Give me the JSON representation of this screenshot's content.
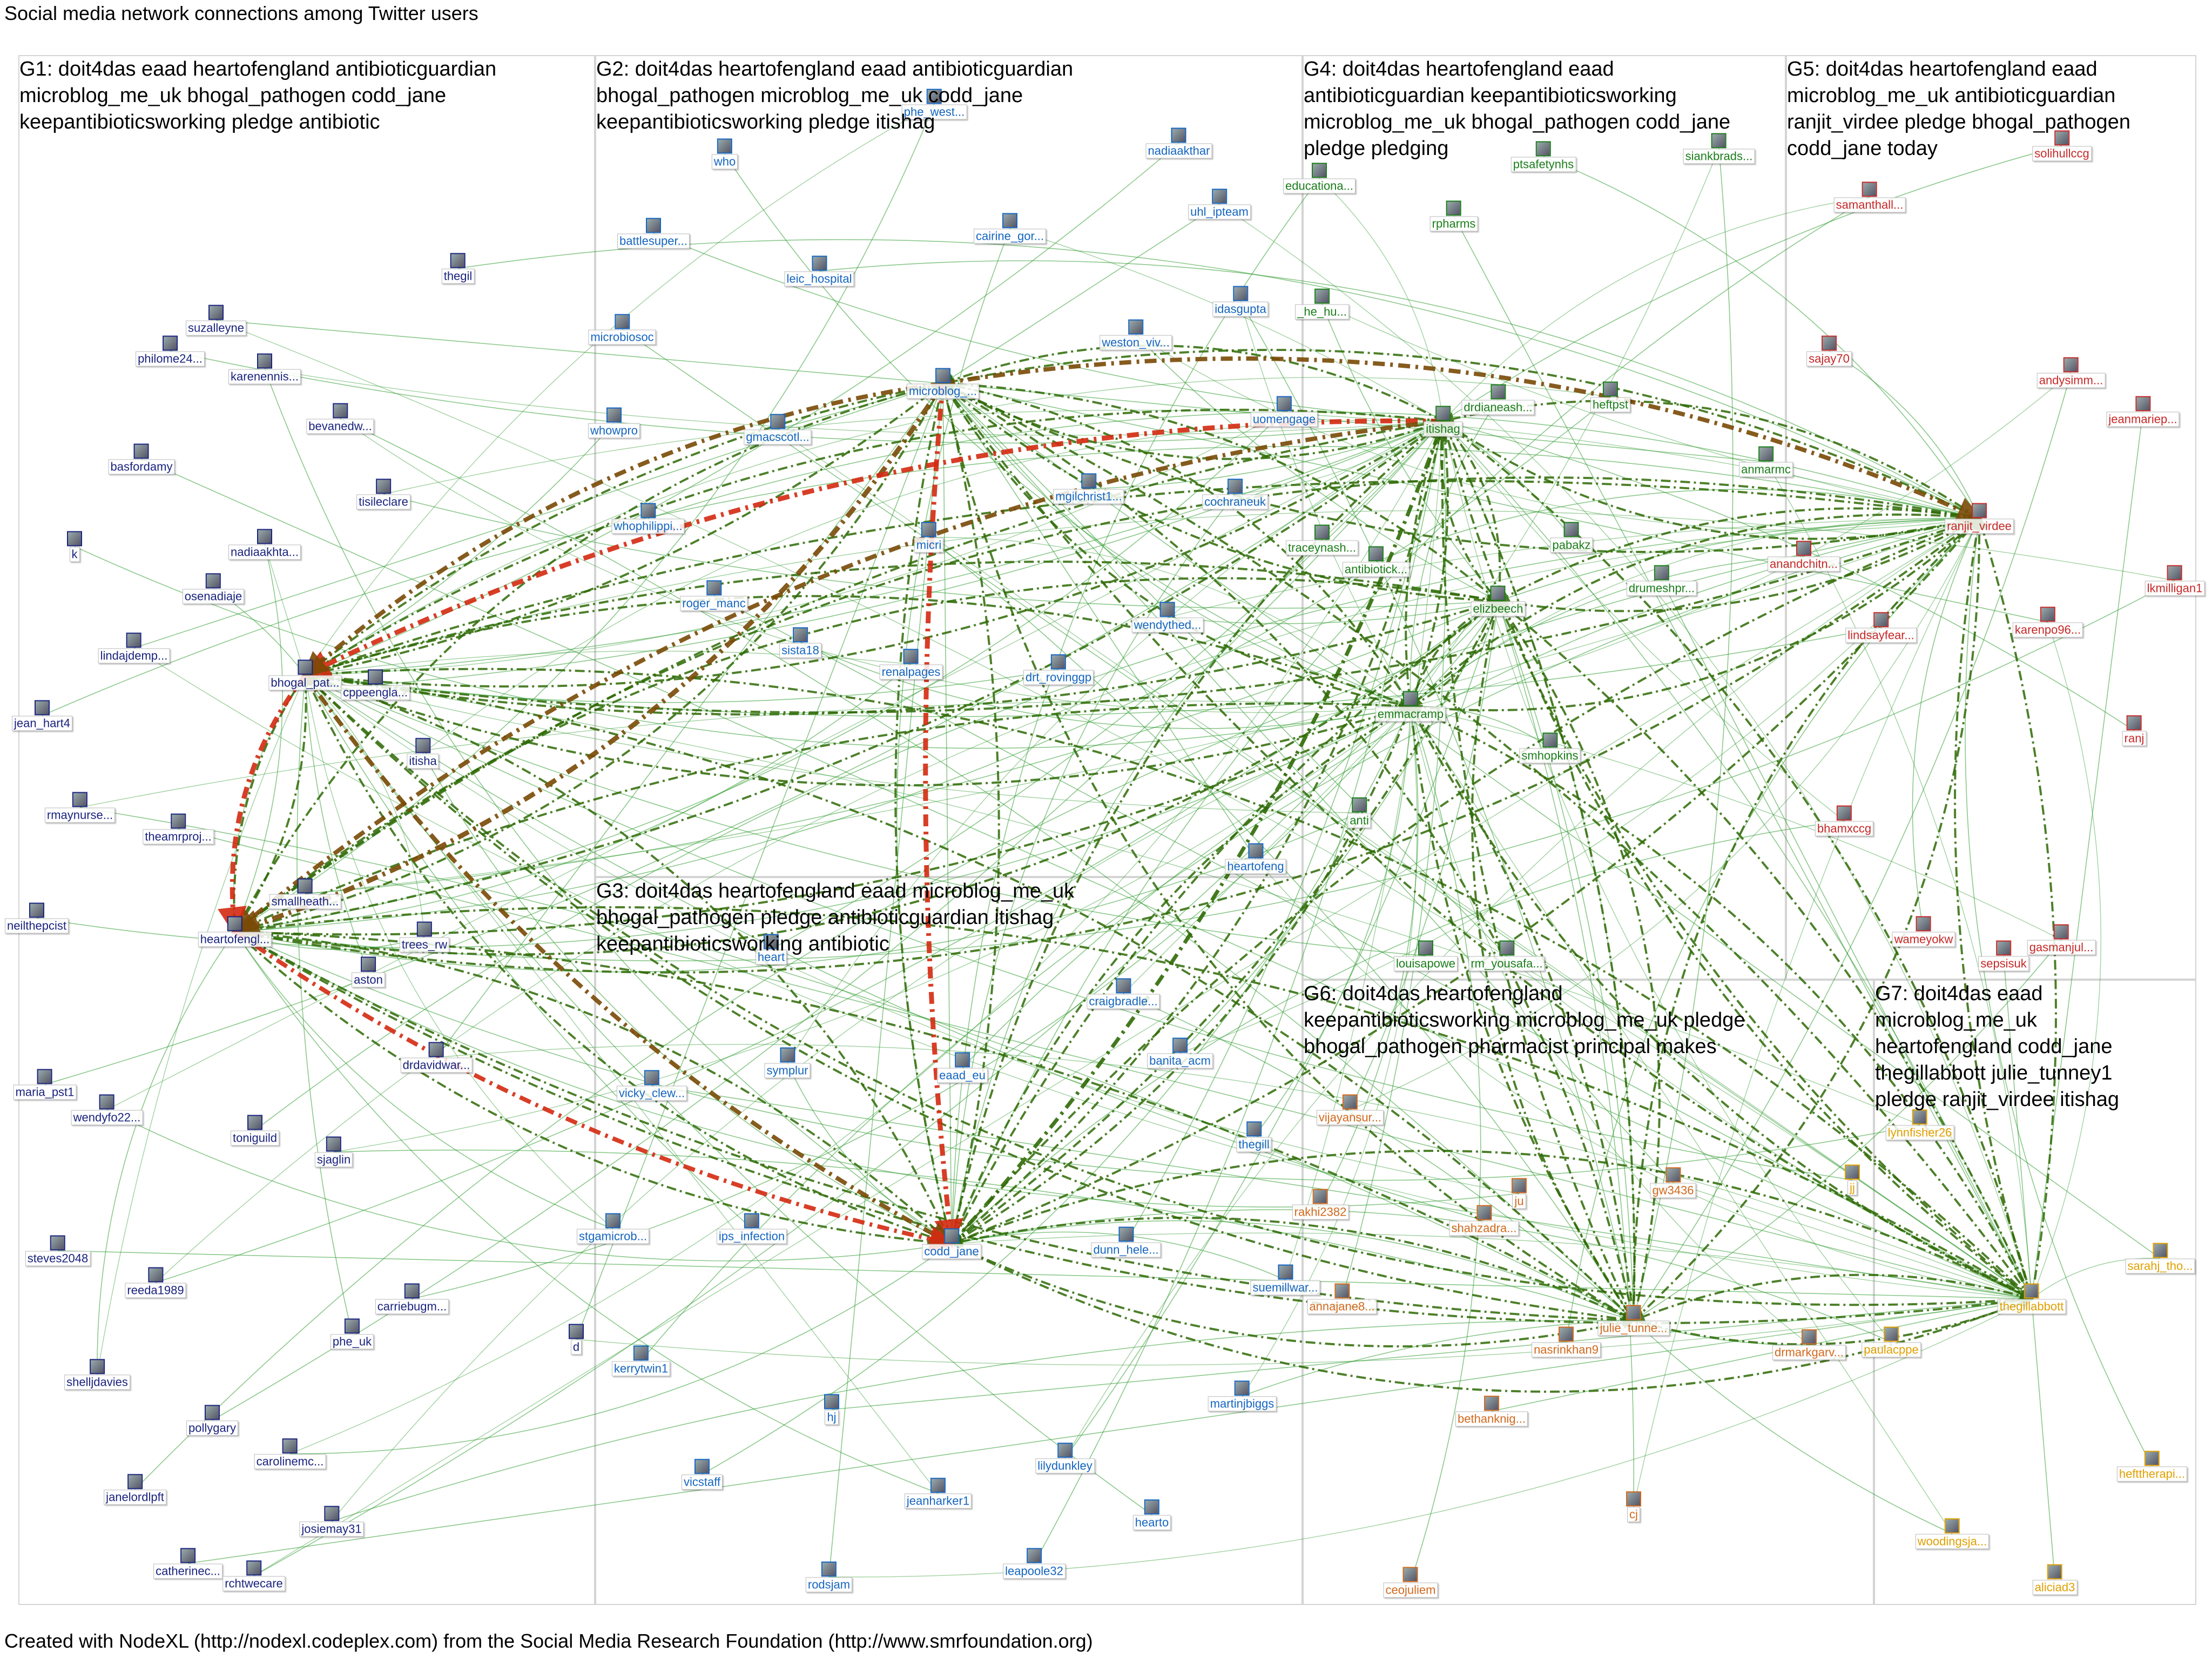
{
  "title": "Social media network connections among Twitter users",
  "footer": "Created with NodeXL (http://nodexl.codeplex.com) from the Social Media Research Foundation (http://www.smrfoundation.org)",
  "colors": {
    "edge_light": "#2e9a2e",
    "edge_dark": "#2f6b06",
    "edge_brown": "#7a4a06",
    "edge_red": "#d42a10",
    "G1": "#1a237e",
    "G2": "#1565c0",
    "G3": "#1565c0",
    "G4": "#1b7d1b",
    "G5": "#c62828",
    "G6": "#d2691e",
    "G7": "#e0a000",
    "box_border": "#d4d4d4"
  },
  "clusters": [
    {
      "id": "G1",
      "label": "G1: doit4das eaad heartofengland antibioticguardian\nmicroblog_me_uk bhogal_pathogen codd_jane\nkeepantibioticsworking pledge antibiotic"
    },
    {
      "id": "G2",
      "label": "G2: doit4das heartofengland eaad antibioticguardian\nbhogal_pathogen microblog_me_uk codd_jane\nkeepantibioticsworking pledge itishag"
    },
    {
      "id": "G3",
      "label": "G3: doit4das heartofengland eaad microblog_me_uk\nbhogal_pathogen pledge antibioticguardian itishag\nkeepantibioticsworking antibiotic"
    },
    {
      "id": "G4",
      "label": "G4: doit4das heartofengland eaad\nantibioticguardian keepantibioticsworking\nmicroblog_me_uk bhogal_pathogen codd_jane\npledge pledging"
    },
    {
      "id": "G5",
      "label": "G5: doit4das heartofengland eaad\nmicroblog_me_uk antibioticguardian\nranjit_virdee pledge bhogal_pathogen\ncodd_jane today"
    },
    {
      "id": "G6",
      "label": "G6: doit4das heartofengland\nkeepantibioticsworking microblog_me_uk pledge\nbhogal_pathogen pharmacist principal makes"
    },
    {
      "id": "G7",
      "label": "G7: doit4das eaad\nmicroblog_me_uk\nheartofengland codd_jane\nthegillabbott julie_tunney1\npledge ranjit_virdee itishag"
    }
  ],
  "nodes": [
    {
      "label": "heartofengl...",
      "group": "G1"
    },
    {
      "label": "bhogal_pat...",
      "group": "G1"
    },
    {
      "label": "suzalleyne",
      "group": "G1"
    },
    {
      "label": "philome24...",
      "group": "G1"
    },
    {
      "label": "karenennis...",
      "group": "G1"
    },
    {
      "label": "thegil",
      "group": "G1"
    },
    {
      "label": "bevanedw...",
      "group": "G1"
    },
    {
      "label": "basfordamy",
      "group": "G1"
    },
    {
      "label": "tisileclare",
      "group": "G1"
    },
    {
      "label": "k",
      "group": "G1"
    },
    {
      "label": "nadiaakhta...",
      "group": "G1"
    },
    {
      "label": "osenadiaje",
      "group": "G1"
    },
    {
      "label": "lindajdemp...",
      "group": "G1"
    },
    {
      "label": "cppeengla...",
      "group": "G1"
    },
    {
      "label": "itisha",
      "group": "G1"
    },
    {
      "label": "jean_hart4",
      "group": "G1"
    },
    {
      "label": "rmaynurse...",
      "group": "G1"
    },
    {
      "label": "theamrproj...",
      "group": "G1"
    },
    {
      "label": "smallheath...",
      "group": "G1"
    },
    {
      "label": "neilthepcist",
      "group": "G1"
    },
    {
      "label": "trees_rw",
      "group": "G1"
    },
    {
      "label": "aston",
      "group": "G1"
    },
    {
      "label": "drdavidwar...",
      "group": "G1"
    },
    {
      "label": "maria_pst1",
      "group": "G1"
    },
    {
      "label": "wendyfo22...",
      "group": "G1"
    },
    {
      "label": "toniguild",
      "group": "G1"
    },
    {
      "label": "sjaglin",
      "group": "G1"
    },
    {
      "label": "steves2048",
      "group": "G1"
    },
    {
      "label": "reeda1989",
      "group": "G1"
    },
    {
      "label": "carriebugm...",
      "group": "G1"
    },
    {
      "label": "shelljdavies",
      "group": "G1"
    },
    {
      "label": "phe_uk",
      "group": "G1"
    },
    {
      "label": "d",
      "group": "G1"
    },
    {
      "label": "pollygary",
      "group": "G1"
    },
    {
      "label": "carolinemc...",
      "group": "G1"
    },
    {
      "label": "janelordlpft",
      "group": "G1"
    },
    {
      "label": "josiemay31",
      "group": "G1"
    },
    {
      "label": "catherinec...",
      "group": "G1"
    },
    {
      "label": "rchtwecare",
      "group": "G1"
    },
    {
      "label": "who",
      "group": "G2"
    },
    {
      "label": "phe_west...",
      "group": "G2"
    },
    {
      "label": "nadiaakthar",
      "group": "G2"
    },
    {
      "label": "uhl_ipteam",
      "group": "G2"
    },
    {
      "label": "battlesuper...",
      "group": "G2"
    },
    {
      "label": "cairine_gor...",
      "group": "G2"
    },
    {
      "label": "leic_hospital",
      "group": "G2"
    },
    {
      "label": "idasgupta",
      "group": "G2"
    },
    {
      "label": "microbiosoc",
      "group": "G2"
    },
    {
      "label": "weston_viv...",
      "group": "G2"
    },
    {
      "label": "microblog_...",
      "group": "G2"
    },
    {
      "label": "uomengage",
      "group": "G2"
    },
    {
      "label": "whowpro",
      "group": "G2"
    },
    {
      "label": "gmacscotl...",
      "group": "G2"
    },
    {
      "label": "mgilchrist1...",
      "group": "G2"
    },
    {
      "label": "cochraneuk",
      "group": "G2"
    },
    {
      "label": "whophilippi...",
      "group": "G2"
    },
    {
      "label": "micri",
      "group": "G2"
    },
    {
      "label": "roger_manc",
      "group": "G2"
    },
    {
      "label": "wendythed...",
      "group": "G2"
    },
    {
      "label": "sista18",
      "group": "G2"
    },
    {
      "label": "renalpages",
      "group": "G2"
    },
    {
      "label": "drt_rovinggp",
      "group": "G2"
    },
    {
      "label": "heartofeng",
      "group": "G2"
    },
    {
      "label": "heart",
      "group": "G3"
    },
    {
      "label": "symplur",
      "group": "G3"
    },
    {
      "label": "eaad_eu",
      "group": "G3"
    },
    {
      "label": "craigbradle...",
      "group": "G3"
    },
    {
      "label": "vicky_clew...",
      "group": "G3"
    },
    {
      "label": "banita_acm",
      "group": "G3"
    },
    {
      "label": "thegill",
      "group": "G3"
    },
    {
      "label": "stgamicrob...",
      "group": "G3"
    },
    {
      "label": "ips_infection",
      "group": "G3"
    },
    {
      "label": "codd_jane",
      "group": "G3"
    },
    {
      "label": "dunn_hele...",
      "group": "G3"
    },
    {
      "label": "suemillwar...",
      "group": "G3"
    },
    {
      "label": "kerrytwin1",
      "group": "G3"
    },
    {
      "label": "martinjbiggs",
      "group": "G3"
    },
    {
      "label": "hj",
      "group": "G3"
    },
    {
      "label": "lilydunkley",
      "group": "G3"
    },
    {
      "label": "vicstaff",
      "group": "G3"
    },
    {
      "label": "jeanharker1",
      "group": "G3"
    },
    {
      "label": "hearto",
      "group": "G3"
    },
    {
      "label": "rodsjam",
      "group": "G3"
    },
    {
      "label": "leapoole32",
      "group": "G3"
    },
    {
      "label": "educationa...",
      "group": "G4"
    },
    {
      "label": "ptsafetynhs",
      "group": "G4"
    },
    {
      "label": "siankbrads...",
      "group": "G4"
    },
    {
      "label": "rpharms",
      "group": "G4"
    },
    {
      "label": "_he_hu...",
      "group": "G4"
    },
    {
      "label": "drdianeash...",
      "group": "G4"
    },
    {
      "label": "heftpst",
      "group": "G4"
    },
    {
      "label": "itishag",
      "group": "G4"
    },
    {
      "label": "anmarmc",
      "group": "G4"
    },
    {
      "label": "pabakz",
      "group": "G4"
    },
    {
      "label": "traceynash...",
      "group": "G4"
    },
    {
      "label": "antibiotick...",
      "group": "G4"
    },
    {
      "label": "elizbeech",
      "group": "G4"
    },
    {
      "label": "drumeshpr...",
      "group": "G4"
    },
    {
      "label": "emmacramp",
      "group": "G4"
    },
    {
      "label": "smhopkins",
      "group": "G4"
    },
    {
      "label": "anti",
      "group": "G4"
    },
    {
      "label": "louisapowe",
      "group": "G4"
    },
    {
      "label": "rm_yousafa...",
      "group": "G4"
    },
    {
      "label": "solihullccg",
      "group": "G5"
    },
    {
      "label": "samanthall...",
      "group": "G5"
    },
    {
      "label": "sajay70",
      "group": "G5"
    },
    {
      "label": "andysimm...",
      "group": "G5"
    },
    {
      "label": "jeanmariep...",
      "group": "G5"
    },
    {
      "label": "ranjit_virdee",
      "group": "G5"
    },
    {
      "label": "anandchitn...",
      "group": "G5"
    },
    {
      "label": "lkmilligan1",
      "group": "G5"
    },
    {
      "label": "lindsayfear...",
      "group": "G5"
    },
    {
      "label": "karenpo96...",
      "group": "G5"
    },
    {
      "label": "ranj",
      "group": "G5"
    },
    {
      "label": "bhamxccg",
      "group": "G5"
    },
    {
      "label": "wameyokw",
      "group": "G5"
    },
    {
      "label": "gasmanjul...",
      "group": "G5"
    },
    {
      "label": "sepsisuk",
      "group": "G5"
    },
    {
      "label": "vijayansur...",
      "group": "G6"
    },
    {
      "label": "rakhi2382",
      "group": "G6"
    },
    {
      "label": "ju",
      "group": "G6"
    },
    {
      "label": "shahzadra...",
      "group": "G6"
    },
    {
      "label": "gw3436",
      "group": "G6"
    },
    {
      "label": "annajane8...",
      "group": "G6"
    },
    {
      "label": "julie_tunne...",
      "group": "G6"
    },
    {
      "label": "nasrinkhan9",
      "group": "G6"
    },
    {
      "label": "drmarkgarv...",
      "group": "G6"
    },
    {
      "label": "bethanknig...",
      "group": "G6"
    },
    {
      "label": "cj",
      "group": "G6"
    },
    {
      "label": "ceojuliem",
      "group": "G6"
    },
    {
      "label": "lynnfisher26",
      "group": "G7"
    },
    {
      "label": "jj",
      "group": "G7"
    },
    {
      "label": "sarahj_tho...",
      "group": "G7"
    },
    {
      "label": "thegillabbott",
      "group": "G7"
    },
    {
      "label": "paulacppe",
      "group": "G7"
    },
    {
      "label": "hefttherapi...",
      "group": "G7"
    },
    {
      "label": "woodingsja...",
      "group": "G7"
    },
    {
      "label": "aliciad3",
      "group": "G7"
    }
  ]
}
